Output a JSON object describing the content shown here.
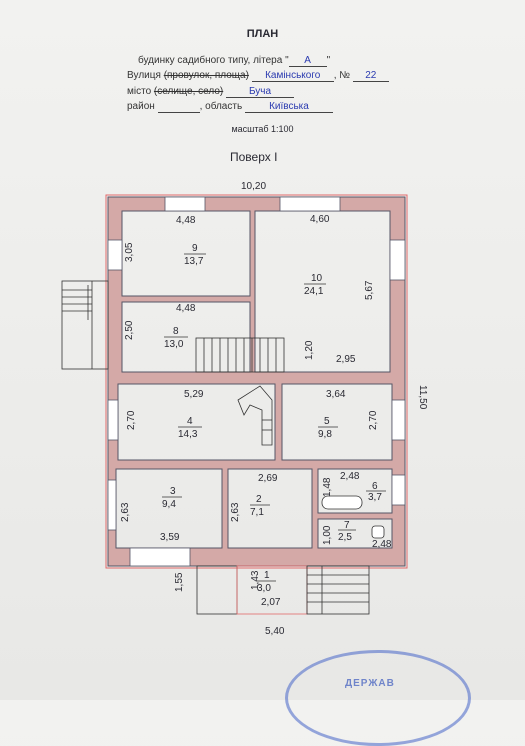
{
  "header": {
    "title": "ПЛАН",
    "subtitle_text": "будинку садибного типу, літера \"",
    "letter": "А",
    "quote_close": "\"",
    "street_label": "Вулиця",
    "street_struck": "(провулок, площа)",
    "street_value": "Камінського",
    "number_label": ", №",
    "number_value": "22",
    "city_label": "місто",
    "city_struck": "(селище, село)",
    "city_value": "Буча",
    "district_label": "район",
    "region_label": ", область",
    "region_value": "Київська"
  },
  "scale": "масштаб 1:100",
  "floor_title": "Поверх І",
  "dimensions": {
    "top": "10,20",
    "right": "11,50",
    "bottom": "5,40",
    "porch_left": "1,55",
    "porch_width": "2,07",
    "porch_depth": "1,43"
  },
  "rooms": [
    {
      "no": "9",
      "area": "13,7",
      "w": "4,48",
      "h": "3,05"
    },
    {
      "no": "10",
      "area": "24,1",
      "w": "4,60",
      "h": "5,67"
    },
    {
      "no": "8",
      "area": "13,0",
      "w": "4,48",
      "h": "2,50"
    },
    {
      "no": "4",
      "area": "14,3",
      "w": "5,29",
      "h": "2,70"
    },
    {
      "no": "5",
      "area": "9,8",
      "w": "3,64",
      "h": "2,70"
    },
    {
      "no": "3",
      "area": "9,4",
      "w": "3,59",
      "h": "2,63"
    },
    {
      "no": "2",
      "area": "7,1",
      "w": "2,69",
      "h": "2,63"
    },
    {
      "no": "6",
      "area": "3,7",
      "w": "2,48",
      "h": "1,48"
    },
    {
      "no": "7",
      "area": "2,5",
      "w": "2,48",
      "h": "1,00"
    },
    {
      "no": "1",
      "area": "3,0",
      "w": "2,07",
      "h": "1,43"
    }
  ],
  "extra_dims": {
    "stair_w": "2,95",
    "stair_h": "1,20"
  },
  "stamp_text": "ДЕРЖАВ",
  "colors": {
    "wall": "#d4a9a7",
    "wall_stroke": "#555566",
    "red_line": "#e06a6a",
    "stamp": "#4664c8"
  }
}
